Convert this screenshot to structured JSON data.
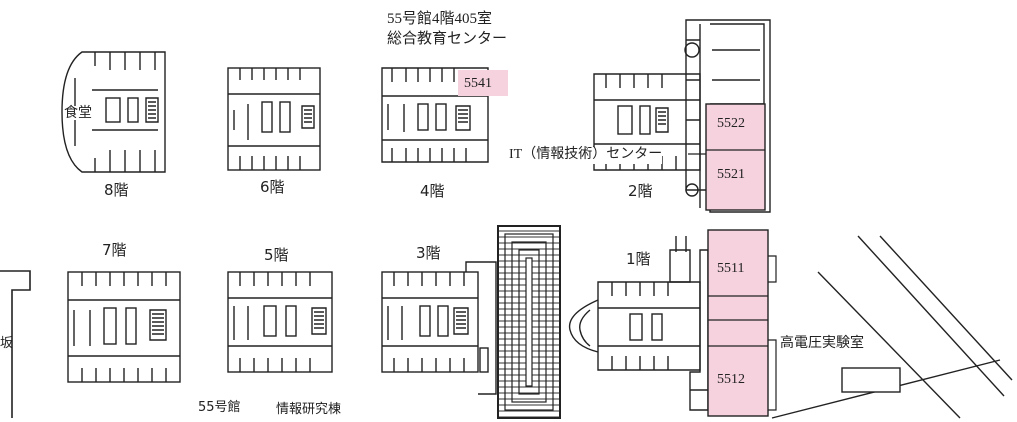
{
  "colors": {
    "highlight": "#f6d2de",
    "highlight_border": "#222222",
    "line": "#222222",
    "background": "#ffffff"
  },
  "building": {
    "name": "55号館",
    "wing": "情報研究棟"
  },
  "callouts": {
    "room_405_line1": "55号館4階405室",
    "room_405_line2": "総合教育センター",
    "it_center": "IT（情報技術）センター",
    "high_voltage_lab": "高電圧実験室",
    "cut_label": "坂"
  },
  "floors": {
    "f8": "8階",
    "f7": "7階",
    "f6": "6階",
    "f5": "5階",
    "f4": "4階",
    "f3": "3階",
    "f2": "2階",
    "f1": "1階"
  },
  "rooms": {
    "r5541": "5541",
    "r5522": "5522",
    "r5521": "5521",
    "r5511": "5511",
    "r5512": "5512"
  },
  "cafeteria": "食堂"
}
